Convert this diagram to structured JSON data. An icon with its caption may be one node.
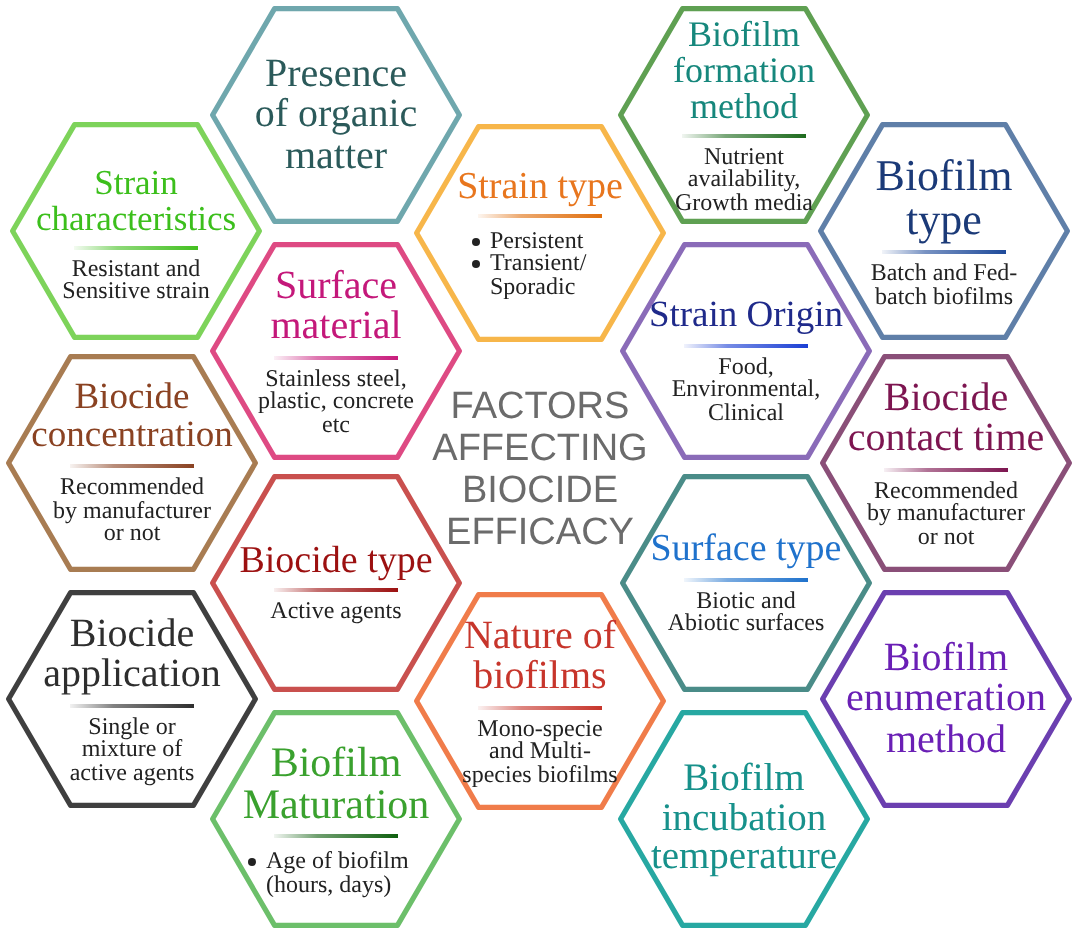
{
  "diagram": {
    "title": "FACTORS AFFECTING BIOCIDE EFFICACY",
    "nodes": [
      {
        "text": [
          "Presence of organic matter"
        ]
      },
      {
        "text": [
          "Biofilm formation method",
          "Nutrient availability, Growth media"
        ]
      },
      {
        "text": [
          "Strain characteristics",
          "Resistant and Sensitive strain"
        ]
      },
      {
        "text": [
          "Strain type",
          "Persistent",
          "Transient/ Sporadic"
        ]
      },
      {
        "text": [
          "Biofilm type",
          "Batch and Fed-batch biofilms"
        ]
      },
      {
        "text": [
          "Surface material",
          "Stainless steel, plastic, concrete etc"
        ]
      },
      {
        "text": [
          "Strain Origin",
          "Food, Environmental, Clinical"
        ]
      },
      {
        "text": [
          "Biocide concentration",
          "Recommended by manufacturer or not"
        ]
      },
      {
        "text": [
          "Biocide contact time",
          "Recommended by manufacturer or not"
        ]
      },
      {
        "text": [
          "Biocide type",
          "Active agents"
        ]
      },
      {
        "text": [
          "Surface type",
          "Biotic and Abiotic surfaces"
        ]
      },
      {
        "text": [
          "Biocide application",
          "Single or mixture of active agents"
        ]
      },
      {
        "text": [
          "Nature of biofilms",
          "Mono-specie and Multi-species biofilms"
        ]
      },
      {
        "text": [
          "Biofilm enumeration method"
        ]
      },
      {
        "text": [
          "Biofilm Maturation",
          "Age of biofilm (hours, days)"
        ]
      },
      {
        "text": [
          "Biofilm incubation temperature"
        ]
      }
    ]
  }
}
